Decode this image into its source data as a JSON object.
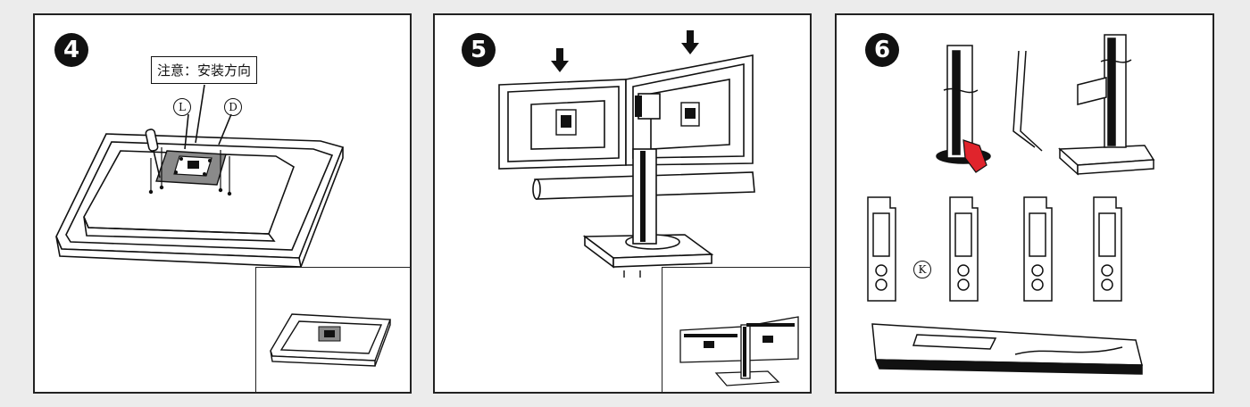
{
  "panels": [
    {
      "step": "4",
      "note": "注意：安装方向",
      "labels": [
        "L",
        "D"
      ]
    },
    {
      "step": "5"
    },
    {
      "step": "6",
      "labels": [
        "K"
      ]
    }
  ],
  "colors": {
    "ink": "#111111",
    "panel_bg": "#ffffff",
    "page_bg": "#ececec",
    "plate_gray": "#8a8a8a",
    "hand_red": "#e0242c"
  }
}
